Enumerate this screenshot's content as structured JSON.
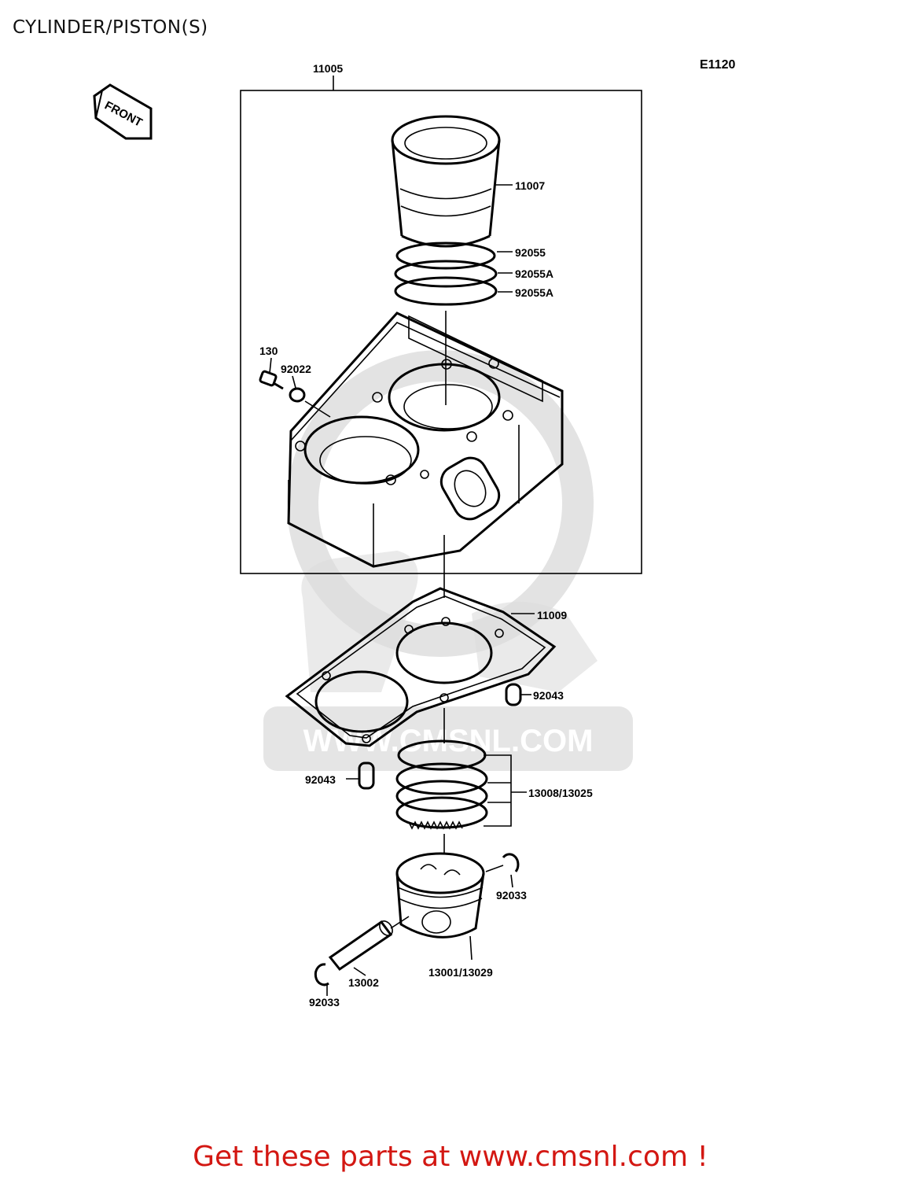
{
  "header": {
    "title": "CYLINDER/PISTON(S)",
    "diagram_code": "E1120"
  },
  "front_badge": "FRONT",
  "watermark": {
    "text": "WWW.CMSNL.COM"
  },
  "parts": {
    "p11005": "11005",
    "p11007": "11007",
    "p92055": "92055",
    "p92055a_1": "92055A",
    "p92055a_2": "92055A",
    "p130": "130",
    "p92022": "92022",
    "p11009": "11009",
    "p92043_right": "92043",
    "p92043_left": "92043",
    "p13008": "13008/13025",
    "p92033_right": "92033",
    "p13002": "13002",
    "p13001": "13001/13029",
    "p92033_left": "92033"
  },
  "footer": {
    "text": "Get these parts at www.cmsnl.com !"
  },
  "colors": {
    "footer": "#d31712",
    "watermark": "#dcdcdc"
  }
}
